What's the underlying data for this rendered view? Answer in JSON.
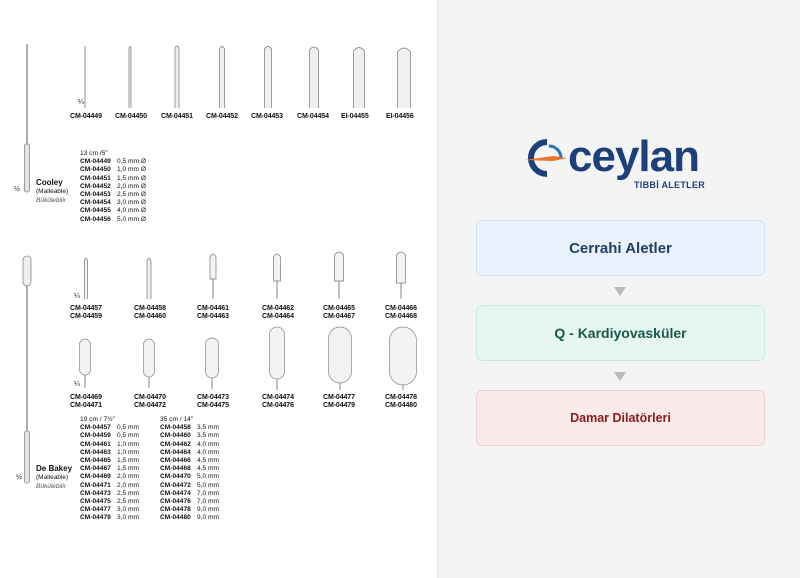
{
  "cooley": {
    "name": "Cooley",
    "malleable": "(Malleable)",
    "bukulebilir": "Bükülebilir",
    "scale": "½",
    "tip_scale": "¼",
    "codes": [
      "CM-04449",
      "CM-04450",
      "CM-04451",
      "CM-04452",
      "CM-04453",
      "CM-04454",
      "EI-04455",
      "EI-04456"
    ],
    "spec_title": "13 cm /5\"",
    "specs": [
      {
        "code": "CM-04449",
        "size": "0,5 mm Ø"
      },
      {
        "code": "CM-04450",
        "size": "1,0 mm Ø"
      },
      {
        "code": "CM-04451",
        "size": "1,5 mm Ø"
      },
      {
        "code": "CM-04452",
        "size": "2,0 mm Ø"
      },
      {
        "code": "CM-04453",
        "size": "2,5 mm Ø"
      },
      {
        "code": "CM-04454",
        "size": "3,0 mm Ø"
      },
      {
        "code": "CM-04455",
        "size": "4,0 mm Ø"
      },
      {
        "code": "CM-04456",
        "size": "5,0 mm Ø"
      }
    ]
  },
  "debakey": {
    "name": "De Bakey",
    "malleable": "(Malleable)",
    "bukulebilir": "Bükülebilir",
    "scale": "½",
    "tip_scale_1": "¼",
    "tip_scale_2": "¼",
    "row1": [
      {
        "a": "CM-04457",
        "b": "CM-04459"
      },
      {
        "a": "CM-04458",
        "b": "CM-04460"
      },
      {
        "a": "CM-04461",
        "b": "CM-04463"
      },
      {
        "a": "CM-04462",
        "b": "CM-04464"
      },
      {
        "a": "CM-04465",
        "b": "CM-04467"
      },
      {
        "a": "CM-04466",
        "b": "CM-04468"
      }
    ],
    "row2": [
      {
        "a": "CM-04469",
        "b": "CM-04471"
      },
      {
        "a": "CM-04470",
        "b": "CM-04472"
      },
      {
        "a": "CM-04473",
        "b": "CM-04475"
      },
      {
        "a": "CM-04474",
        "b": "CM-04476"
      },
      {
        "a": "CM-04477",
        "b": "CM-04479"
      },
      {
        "a": "CM-04478",
        "b": "CM-04480"
      }
    ],
    "spec_title_1": "19 cm / 7½\"",
    "spec_title_2": "35 cm / 14\"",
    "specs_1": [
      {
        "code": "CM-04457",
        "size": "0,5 mm"
      },
      {
        "code": "CM-04459",
        "size": "0,5 mm"
      },
      {
        "code": "CM-04461",
        "size": "1,0 mm"
      },
      {
        "code": "CM-04463",
        "size": "1,0 mm"
      },
      {
        "code": "CM-04465",
        "size": "1,5 mm"
      },
      {
        "code": "CM-04467",
        "size": "1,5 mm"
      },
      {
        "code": "CM-04469",
        "size": "2,0 mm"
      },
      {
        "code": "CM-04471",
        "size": "2,0 mm"
      },
      {
        "code": "CM-04473",
        "size": "2,5 mm"
      },
      {
        "code": "CM-04475",
        "size": "2,5 mm"
      },
      {
        "code": "CM-04477",
        "size": "3,0 mm"
      },
      {
        "code": "CM-04479",
        "size": "3,0 mm"
      }
    ],
    "specs_2": [
      {
        "code": "CM-04458",
        "size": "3,5 mm"
      },
      {
        "code": "CM-04460",
        "size": "3,5 mm"
      },
      {
        "code": "CM-04462",
        "size": "4,0 mm"
      },
      {
        "code": "CM-04464",
        "size": "4,0 mm"
      },
      {
        "code": "CM-04466",
        "size": "4,5 mm"
      },
      {
        "code": "CM-04468",
        "size": "4,5 mm"
      },
      {
        "code": "CM-04470",
        "size": "5,0 mm"
      },
      {
        "code": "CM-04472",
        "size": "5,0 mm"
      },
      {
        "code": "CM-04474",
        "size": "7,0 mm"
      },
      {
        "code": "CM-04476",
        "size": "7,0 mm"
      },
      {
        "code": "CM-04478",
        "size": "9,0 mm"
      },
      {
        "code": "CM-04480",
        "size": "9,0 mm"
      }
    ]
  },
  "brand": {
    "name": "ceylan",
    "tagline": "TIBBİ ALETLER",
    "colors": {
      "navy": "#1d3f7a",
      "orange": "#e8762a",
      "blue": "#2a73c5"
    }
  },
  "breadcrumb": [
    {
      "label": "Cerrahi Aletler",
      "bg": "#e9f2fd",
      "border": "#cfe0f5",
      "color": "#1f3f66"
    },
    {
      "label": "Q - Kardiyovasküler",
      "bg": "#e6f6f0",
      "border": "#c9ebdc",
      "color": "#17594a"
    },
    {
      "label": "Damar Dilatörleri",
      "bg": "#fbeaea",
      "border": "#f1cdcd",
      "color": "#8b1c1c"
    }
  ]
}
